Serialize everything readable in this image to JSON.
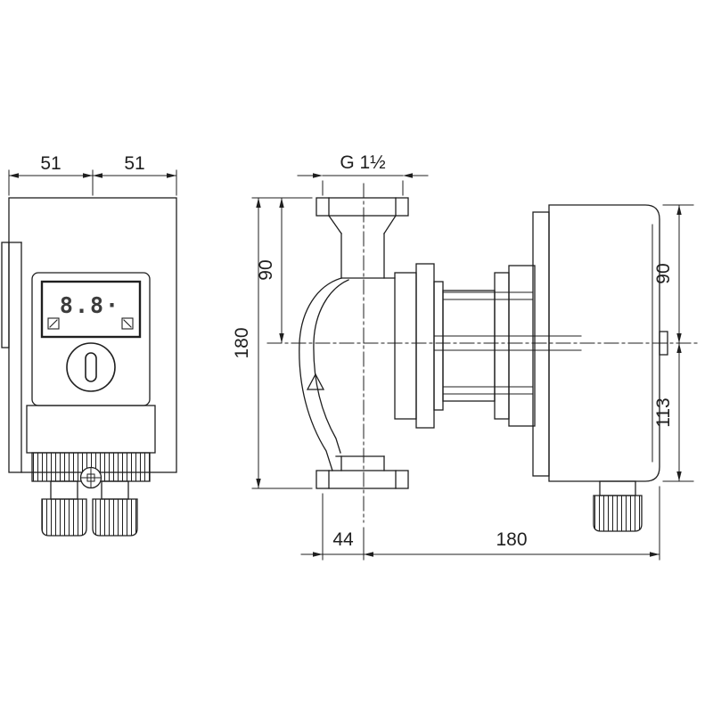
{
  "page": {
    "background_color": "#ffffff",
    "line_color": "#1f1f1f",
    "drawing_type": "pump-dimensional-drawing"
  },
  "front_view": {
    "display_value": "8.8·",
    "dim_width_left": "51",
    "dim_width_right": "51"
  },
  "side_view": {
    "dim_thread": "G 1½",
    "dim_total_height": "180",
    "dim_flange_to_axis": "90",
    "dim_axis_to_motor_top": "90",
    "dim_axis_to_motor_bottom": "113",
    "dim_axis_to_flange_front": "44",
    "dim_length": "180"
  }
}
